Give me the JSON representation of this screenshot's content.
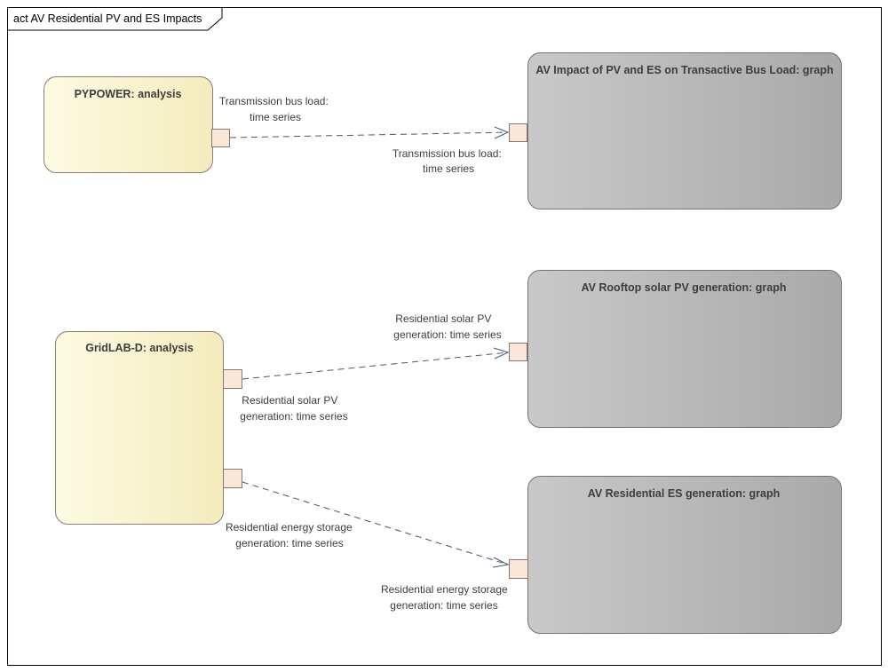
{
  "frame": {
    "title": "act AV Residential PV and ES Impacts"
  },
  "actions": {
    "pypower": {
      "title": "PYPOWER: analysis"
    },
    "gridlabd": {
      "title": "GridLAB-D: analysis"
    },
    "bus_graph": {
      "title": "AV Impact of PV and ES on Transactive Bus Load: graph"
    },
    "pv_graph": {
      "title": "AV Rooftop solar PV generation: graph"
    },
    "es_graph": {
      "title": "AV Residential ES generation: graph"
    }
  },
  "flows": {
    "bus_load": {
      "source_label": [
        "Transmission bus load:",
        "time series"
      ],
      "target_label": [
        "Transmission bus load:",
        "time series"
      ]
    },
    "solar_pv": {
      "source_label": [
        "Residential solar PV",
        "generation: time series"
      ],
      "target_label": [
        "Residential solar PV",
        "generation: time series"
      ]
    },
    "energy_storage": {
      "source_label": [
        "Residential energy storage",
        "generation: time series"
      ],
      "target_label": [
        "Residential energy storage",
        "generation: time series"
      ]
    }
  },
  "colors": {
    "action_yellow_light": "#fdfbe2",
    "action_yellow_dark": "#f4ebbd",
    "action_gray_light": "#c8c8c8",
    "action_gray_dark": "#a9a9a9",
    "pin_fill": "#fbe6da",
    "flow_line": "#4a5670"
  }
}
